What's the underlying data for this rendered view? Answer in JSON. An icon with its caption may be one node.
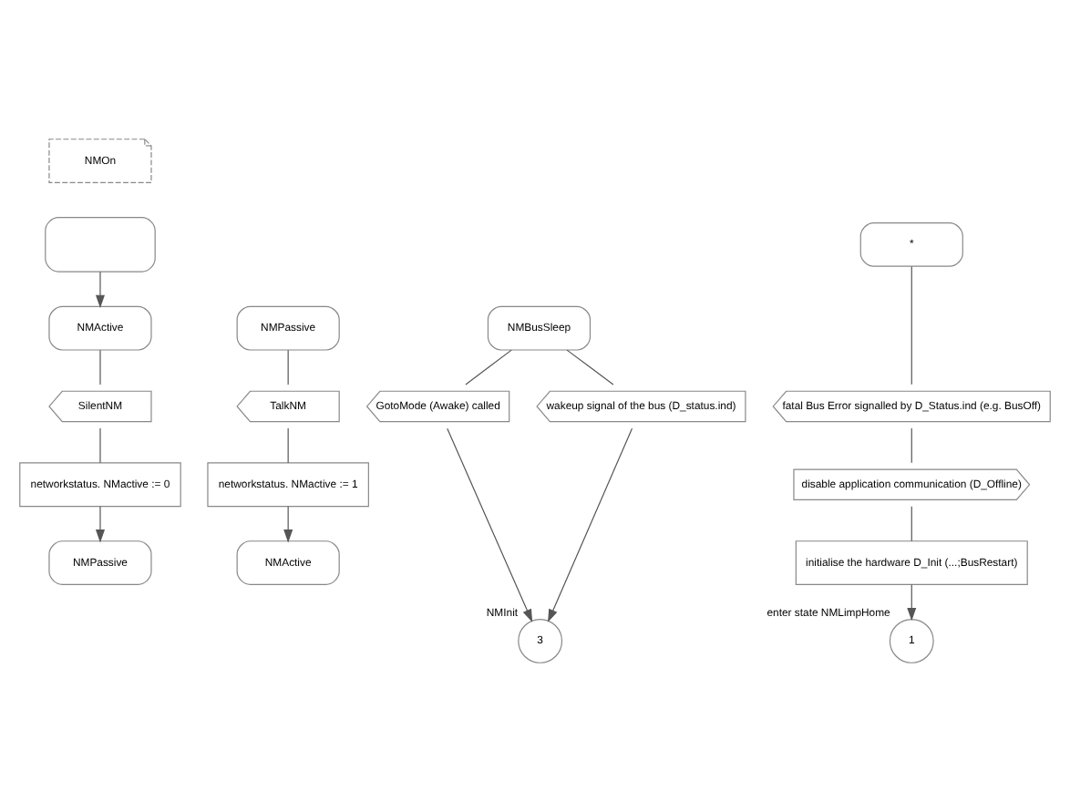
{
  "diagram": {
    "nodes": [
      {
        "text": [
          "NMOn"
        ]
      },
      {
        "text": [],
        "shape": "box"
      },
      {
        "text": [
          "NMActive"
        ]
      },
      {
        "text": [
          "NMPassive"
        ]
      },
      {
        "text": [
          "NMBusSleep"
        ]
      },
      {
        "text": [
          "*"
        ]
      },
      {
        "text": [
          "SilentNM"
        ]
      },
      {
        "text": [
          "TalkNM"
        ]
      },
      {
        "text": [
          "GotoMode (Awake) called"
        ]
      },
      {
        "text": [
          "wakeup signal of the bus (D_status.ind)"
        ]
      },
      {
        "text": [
          "fatal Bus Error signalled by D_Status.ind (e.g. BusOff)"
        ]
      },
      {
        "text": [
          "networkstatus. NMactive := 0"
        ]
      },
      {
        "text": [
          "networkstatus. NMactive := 1"
        ]
      },
      {
        "text": [
          "disable application communication (D_Offline)"
        ]
      },
      {
        "text": [
          "NMPassive"
        ]
      },
      {
        "text": [
          "NMActive"
        ]
      },
      {
        "text": [
          "initialise the hardware D_Init (...;BusRestart)"
        ]
      },
      {
        "text": [
          "3"
        ],
        "beside": [
          "NMInit"
        ]
      },
      {
        "text": [
          "1"
        ],
        "beside": [
          "enter state NMLimpHome"
        ]
      }
    ],
    "edges": [
      {
        "from": 1,
        "to": 2,
        "arrow": "to"
      },
      {
        "from": 2,
        "to": 6,
        "arrow": "none"
      },
      {
        "from": 6,
        "to": 11,
        "arrow": "none"
      },
      {
        "from": 11,
        "to": 14,
        "arrow": "to"
      },
      {
        "from": 3,
        "to": 7,
        "arrow": "none"
      },
      {
        "from": 7,
        "to": 12,
        "arrow": "none"
      },
      {
        "from": 12,
        "to": 15,
        "arrow": "to"
      },
      {
        "from": 4,
        "to": 8,
        "arrow": "none"
      },
      {
        "from": 4,
        "to": 9,
        "arrow": "none"
      },
      {
        "from": 8,
        "to": 17,
        "arrow": "to"
      },
      {
        "from": 9,
        "to": 17,
        "arrow": "to"
      },
      {
        "from": 5,
        "to": 10,
        "arrow": "none"
      },
      {
        "from": 10,
        "to": 13,
        "arrow": "none"
      },
      {
        "from": 13,
        "to": 16,
        "arrow": "none"
      },
      {
        "from": 16,
        "to": 18,
        "arrow": "to"
      }
    ]
  }
}
